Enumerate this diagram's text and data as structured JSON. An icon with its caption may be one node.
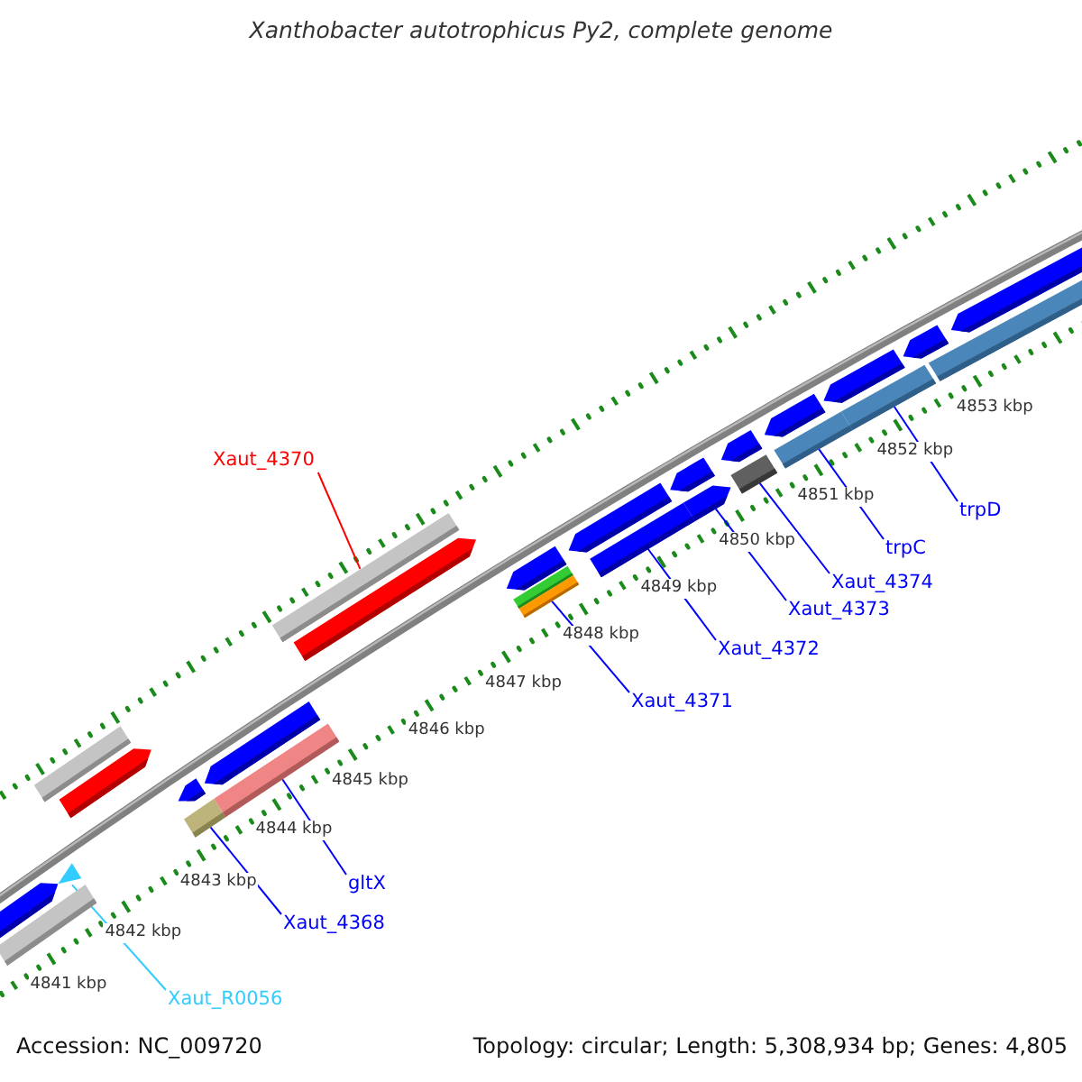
{
  "diagram": {
    "title": "Xanthobacter autotrophicus Py2, complete genome",
    "nodes": [
      {
        "text": [
          "Xaut_4370"
        ]
      },
      {
        "text": [
          "trpD"
        ]
      },
      {
        "text": [
          "trpC"
        ]
      },
      {
        "text": [
          "Xaut_4374"
        ]
      },
      {
        "text": [
          "Xaut_4373"
        ]
      },
      {
        "text": [
          "Xaut_4372"
        ]
      },
      {
        "text": [
          "Xaut_4371"
        ]
      },
      {
        "text": [
          "gltX"
        ]
      },
      {
        "text": [
          "Xaut_4368"
        ]
      },
      {
        "text": [
          "Xaut_R0056"
        ]
      },
      {
        "text": [],
        "shape": "bar"
      },
      {
        "text": [],
        "shape": "bar"
      },
      {
        "text": [],
        "shape": "triangle"
      },
      {
        "text": [],
        "shape": "bar"
      },
      {
        "text": [],
        "shape": "bar"
      },
      {
        "text": [],
        "shape": "bar"
      },
      {
        "text": [],
        "shape": "bar"
      },
      {
        "text": [],
        "shape": "bar"
      },
      {
        "text": [],
        "shape": "bar"
      },
      {
        "text": [],
        "shape": "bar"
      },
      {
        "text": [],
        "shape": "bar"
      },
      {
        "text": [],
        "shape": "bar"
      },
      {
        "text": [],
        "shape": "bar"
      },
      {
        "text": [],
        "shape": "bar"
      },
      {
        "text": [],
        "shape": "bar"
      },
      {
        "text": [],
        "shape": "bar"
      },
      {
        "text": [],
        "shape": "bar"
      },
      {
        "text": [],
        "shape": "bar"
      },
      {
        "text": [],
        "shape": "bar"
      },
      {
        "text": [],
        "shape": "bar"
      },
      {
        "text": [],
        "shape": "bar"
      },
      {
        "text": [],
        "shape": "bar"
      },
      {
        "text": [],
        "shape": "bar"
      },
      {
        "text": [],
        "shape": "bar"
      },
      {
        "text": [],
        "shape": "bar"
      },
      {
        "text": [],
        "shape": "bar"
      },
      {
        "text": [],
        "shape": "bar"
      }
    ],
    "edges": [
      {
        "from": 0,
        "to": 19,
        "arrow": "none",
        "color": "#ff0000"
      },
      {
        "from": 1,
        "to": 33,
        "arrow": "none"
      },
      {
        "from": 2,
        "to": 31,
        "arrow": "none"
      },
      {
        "from": 3,
        "to": 29,
        "arrow": "none"
      },
      {
        "from": 4,
        "to": 27,
        "arrow": "none"
      },
      {
        "from": 5,
        "to": 25,
        "arrow": "none"
      },
      {
        "from": 6,
        "to": 23,
        "arrow": "none"
      },
      {
        "from": 7,
        "to": 18,
        "arrow": "none"
      },
      {
        "from": 8,
        "to": 15,
        "arrow": "none"
      },
      {
        "from": 9,
        "to": 12,
        "arrow": "none",
        "color": "#33ccff"
      }
    ],
    "labels": [
      "4841 kbp",
      "4842 kbp",
      "4843 kbp",
      "4844 kbp",
      "4845 kbp",
      "4846 kbp",
      "4847 kbp",
      "4848 kbp",
      "4849 kbp",
      "4850 kbp",
      "4851 kbp",
      "4852 kbp",
      "4853 kbp",
      "Accession: NC_009720",
      "Topology: circular; Length: 5,308,934 bp; Genes: 4,805"
    ]
  }
}
